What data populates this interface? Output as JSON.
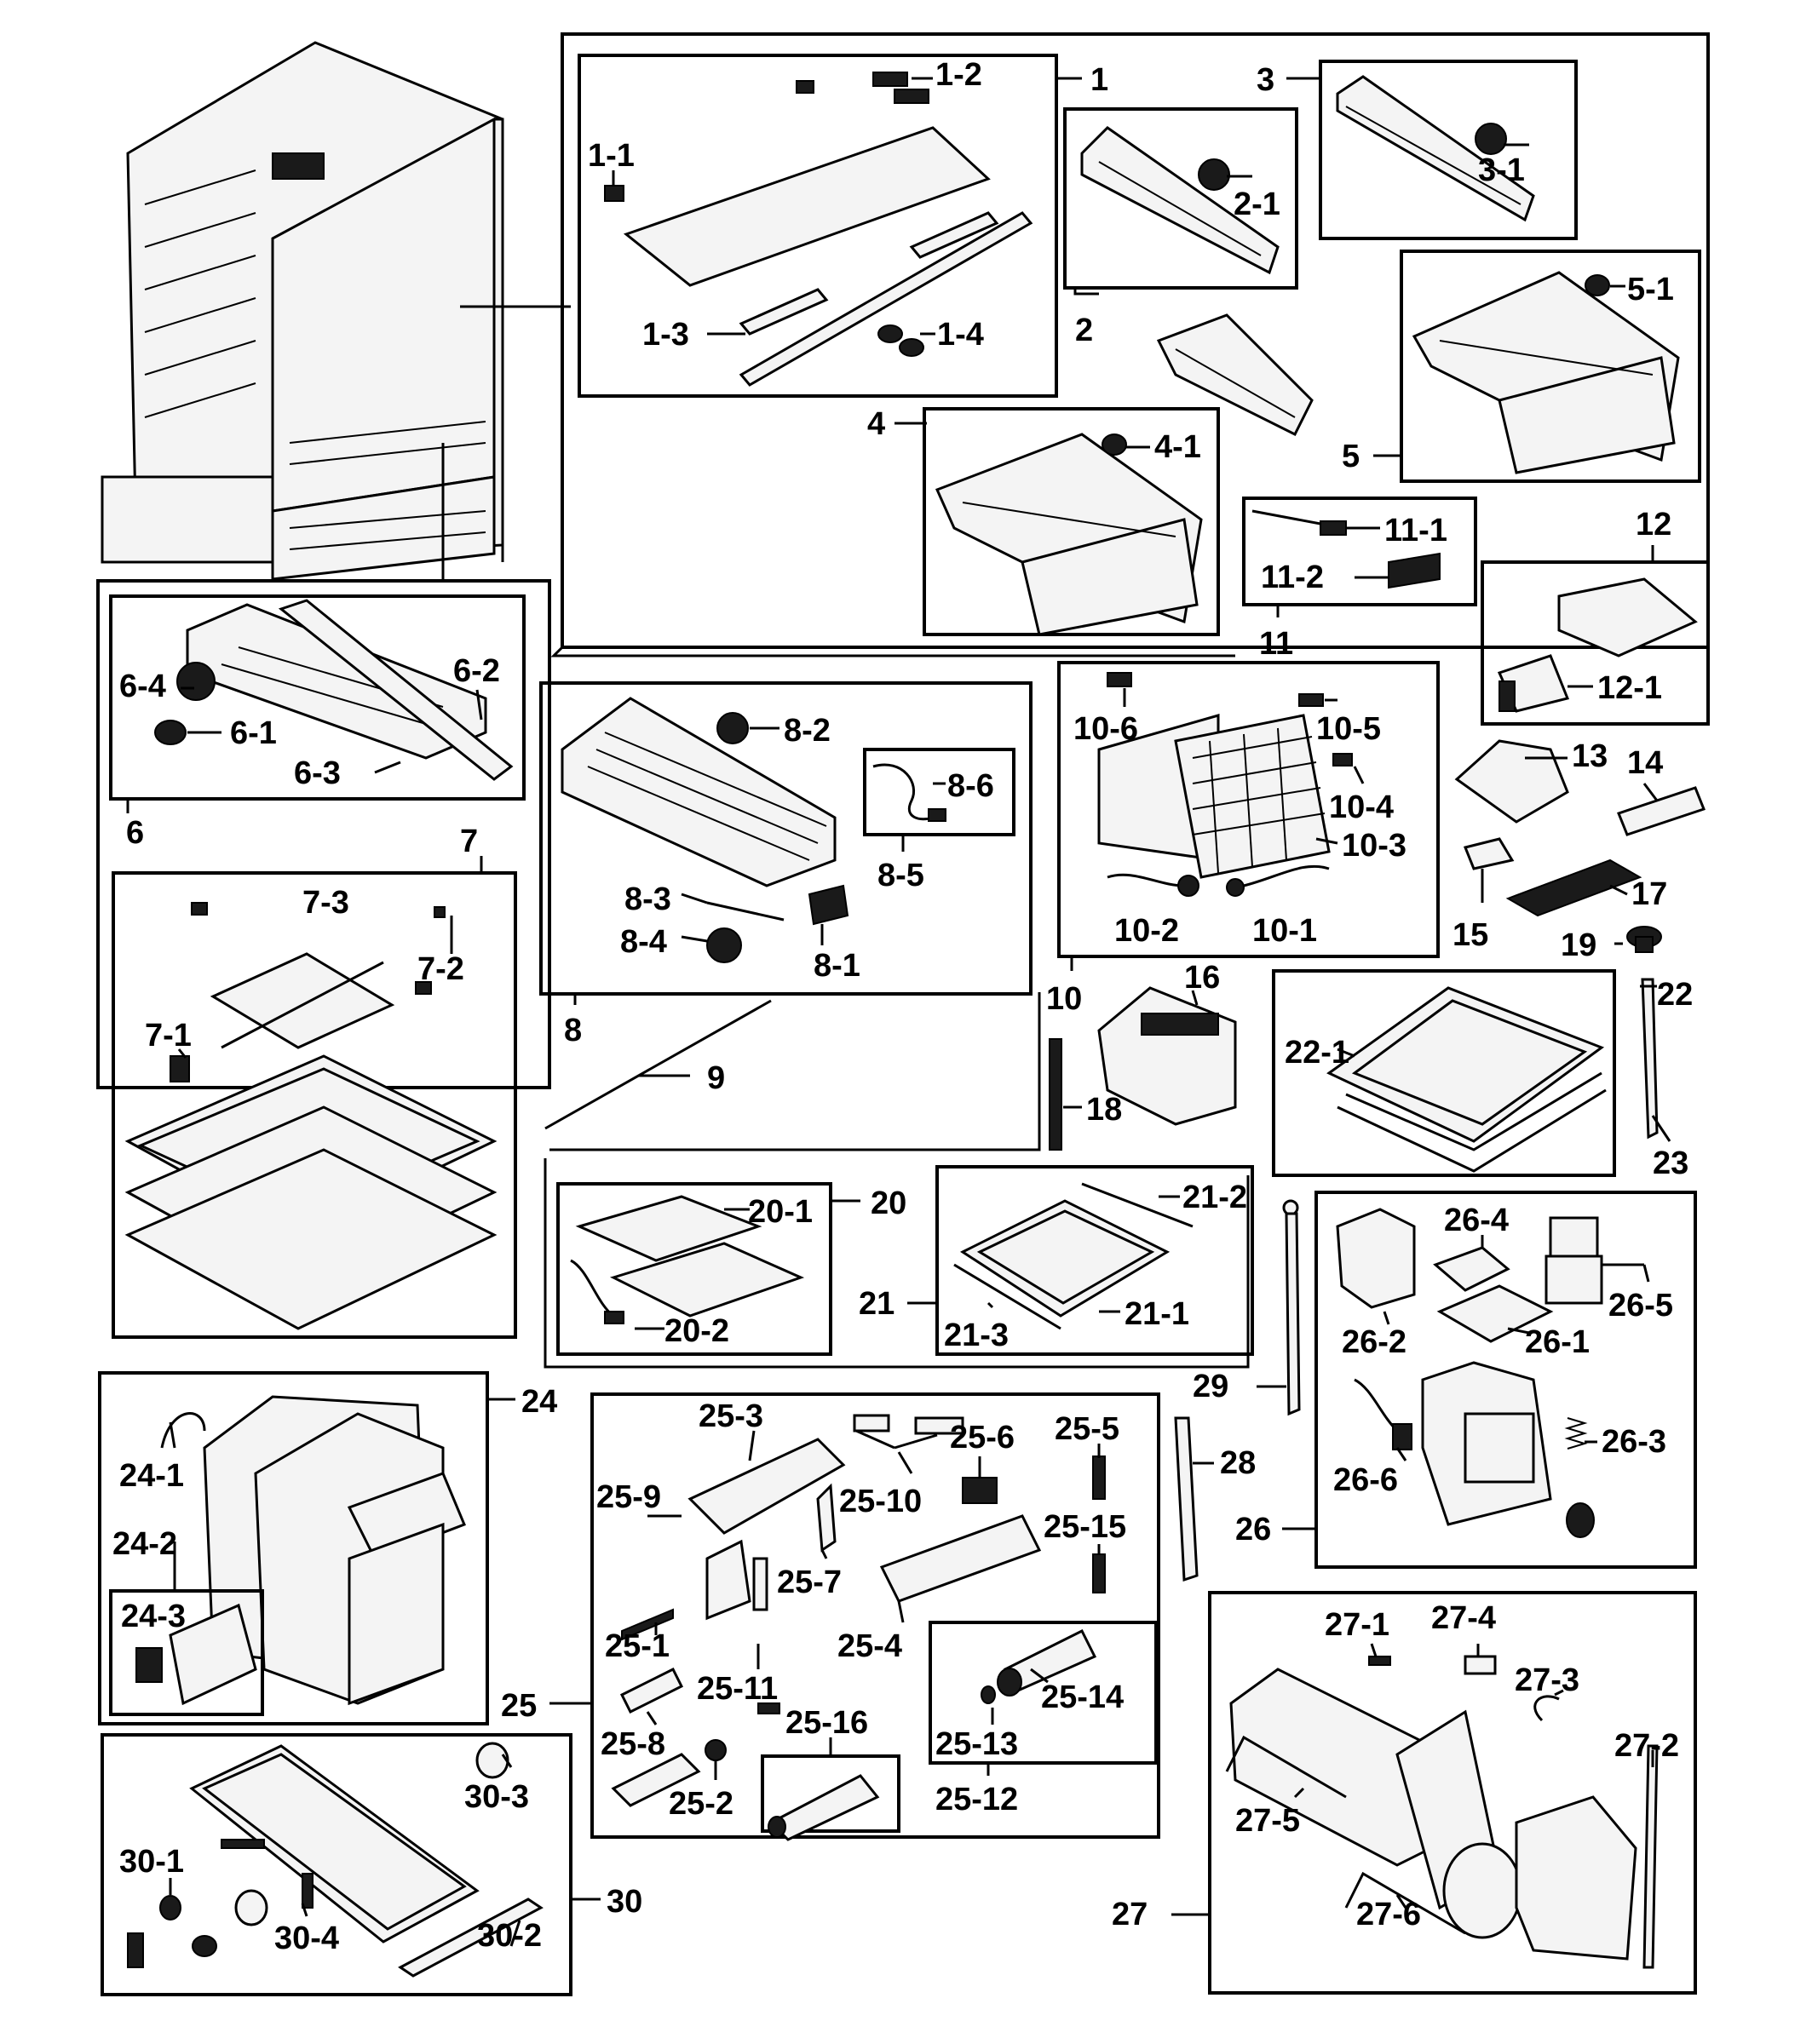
{
  "labels": {
    "l1": "1",
    "l1_1": "1-1",
    "l1_2": "1-2",
    "l1_3": "1-3",
    "l1_4": "1-4",
    "l2": "2",
    "l2_1": "2-1",
    "l3": "3",
    "l3_1": "3-1",
    "l4": "4",
    "l4_1": "4-1",
    "l5": "5",
    "l5_1": "5-1",
    "l6": "6",
    "l6_1": "6-1",
    "l6_2": "6-2",
    "l6_3": "6-3",
    "l6_4": "6-4",
    "l7": "7",
    "l7_1": "7-1",
    "l7_2": "7-2",
    "l7_3": "7-3",
    "l8": "8",
    "l8_1": "8-1",
    "l8_2": "8-2",
    "l8_3": "8-3",
    "l8_4": "8-4",
    "l8_5": "8-5",
    "l8_6": "8-6",
    "l9": "9",
    "l10": "10",
    "l10_1": "10-1",
    "l10_2": "10-2",
    "l10_3": "10-3",
    "l10_4": "10-4",
    "l10_5": "10-5",
    "l10_6": "10-6",
    "l11": "11",
    "l11_1": "11-1",
    "l11_2": "11-2",
    "l12": "12",
    "l12_1": "12-1",
    "l13": "13",
    "l14": "14",
    "l15": "15",
    "l16": "16",
    "l17": "17",
    "l18": "18",
    "l19": "19",
    "l20": "20",
    "l20_1": "20-1",
    "l20_2": "20-2",
    "l21": "21",
    "l21_1": "21-1",
    "l21_2": "21-2",
    "l21_3": "21-3",
    "l22": "22",
    "l22_1": "22-1",
    "l23": "23",
    "l24": "24",
    "l24_1": "24-1",
    "l24_2": "24-2",
    "l24_3": "24-3",
    "l25": "25",
    "l25_1": "25-1",
    "l25_2": "25-2",
    "l25_3": "25-3",
    "l25_4": "25-4",
    "l25_5": "25-5",
    "l25_6": "25-6",
    "l25_7": "25-7",
    "l25_8": "25-8",
    "l25_9": "25-9",
    "l25_10": "25-10",
    "l25_11": "25-11",
    "l25_12": "25-12",
    "l25_13": "25-13",
    "l25_14": "25-14",
    "l25_15": "25-15",
    "l25_16": "25-16",
    "l26": "26",
    "l26_1": "26-1",
    "l26_2": "26-2",
    "l26_3": "26-3",
    "l26_4": "26-4",
    "l26_5": "26-5",
    "l26_6": "26-6",
    "l27": "27",
    "l27_1": "27-1",
    "l27_2": "27-2",
    "l27_3": "27-3",
    "l27_4": "27-4",
    "l27_5": "27-5",
    "l27_6": "27-6",
    "l28": "28",
    "l29": "29",
    "l30": "30",
    "l30_1": "30-1",
    "l30_2": "30-2",
    "l30_3": "30-3",
    "l30_4": "30-4"
  }
}
